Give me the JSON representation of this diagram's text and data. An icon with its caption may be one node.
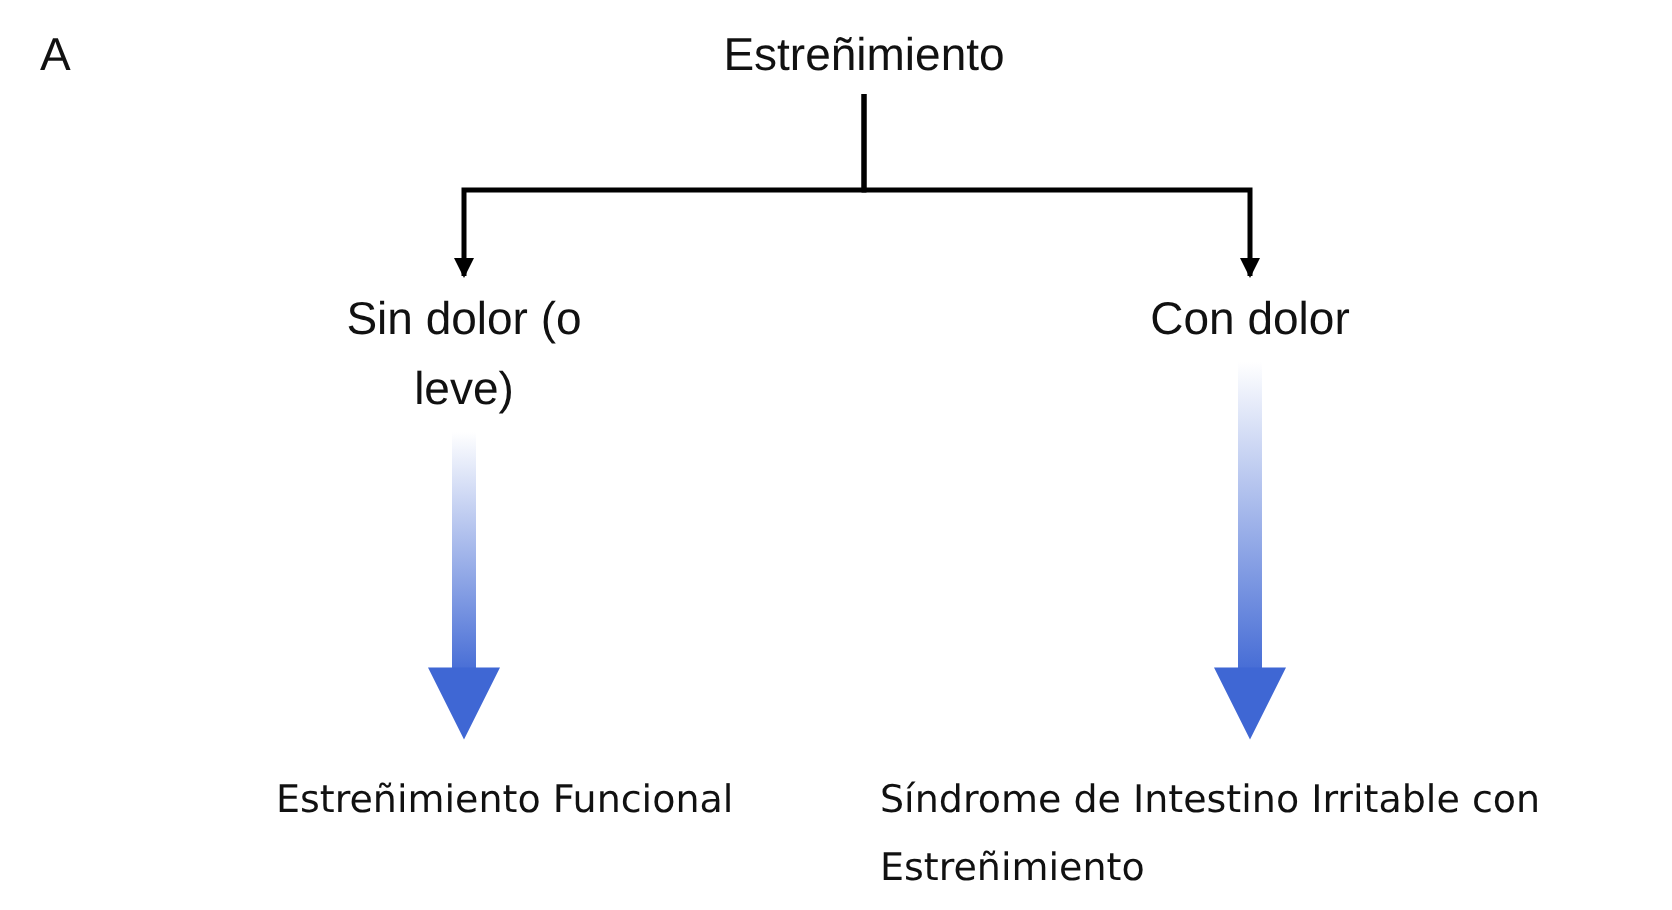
{
  "diagram": {
    "nodes": [
      {
        "text": [
          "Estreñimiento"
        ]
      },
      {
        "text": [
          "Sin dolor (o leve)"
        ]
      },
      {
        "text": [
          "Con dolor"
        ]
      },
      {
        "text": [
          "Estreñimiento Funcional"
        ]
      },
      {
        "text": [
          "Síndrome de Intestino Irritable con Estreñimiento"
        ]
      }
    ],
    "edges": [
      {
        "from": 0,
        "to": 1,
        "arrow": "to"
      },
      {
        "from": 0,
        "to": 2,
        "arrow": "to"
      },
      {
        "from": 1,
        "to": 3,
        "arrow": "to",
        "style": "thick",
        "color": "#3f67d4"
      },
      {
        "from": 2,
        "to": 4,
        "arrow": "to",
        "style": "thick",
        "color": "#3f67d4"
      }
    ],
    "labels": [
      "A"
    ]
  }
}
